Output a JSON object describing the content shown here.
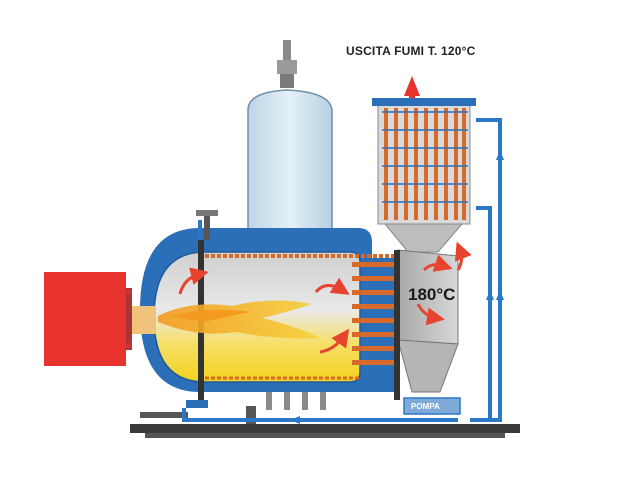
{
  "diagram": {
    "exhaust_label": "USCITA FUMI T. 120°C",
    "smoke_box_temperature": "180°C",
    "pump_label": "POMPA"
  },
  "colors": {
    "shell_blue": "#2b6fb8",
    "burner_red": "#e8322e",
    "flame_yellow": "#f5d21c",
    "flame_orange": "#f39a1f",
    "tube_orange": "#d76a2a",
    "gas_grey": "#c9c9c9",
    "tank_light_blue": "#cfe3ef",
    "pipe_blue": "#2b78c8",
    "arrow_red": "#e8432e"
  }
}
